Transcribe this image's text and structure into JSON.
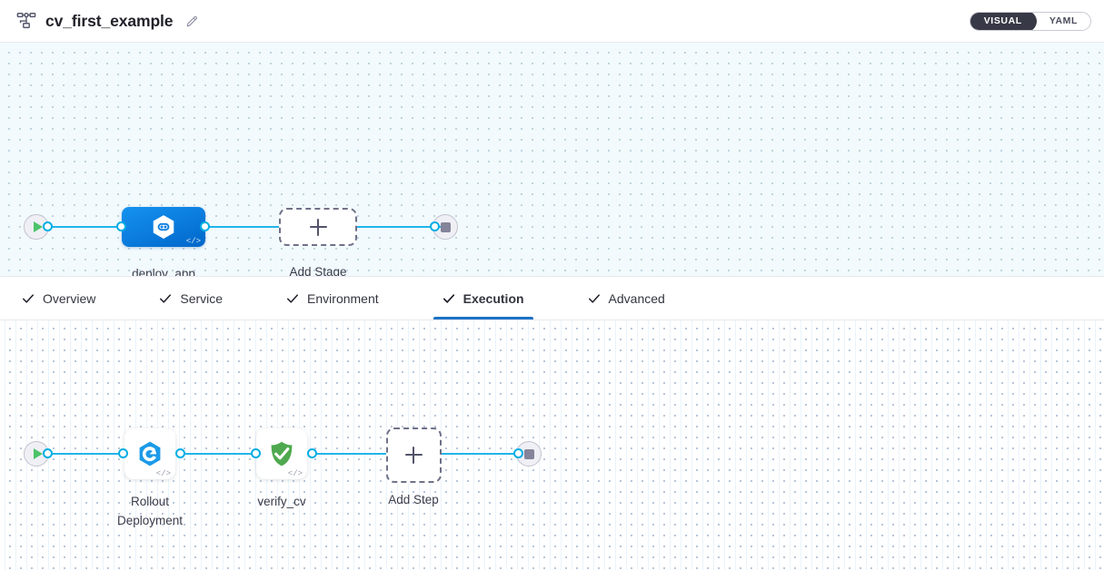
{
  "header": {
    "pipeline_icon": "pipeline-icon",
    "title": "cv_first_example",
    "edit_icon": "pencil-icon",
    "view_toggle": {
      "visual_label": "VISUAL",
      "yaml_label": "YAML",
      "selected": "VISUAL"
    }
  },
  "tabs": [
    {
      "label": "Overview",
      "checked": true,
      "active": false
    },
    {
      "label": "Service",
      "checked": true,
      "active": false
    },
    {
      "label": "Environment",
      "checked": true,
      "active": false
    },
    {
      "label": "Execution",
      "checked": true,
      "active": true
    },
    {
      "label": "Advanced",
      "checked": true,
      "active": false
    }
  ],
  "stage_canvas": {
    "start_node": {
      "icon": "play-icon"
    },
    "nodes": [
      {
        "label": "deploy_app",
        "icon": "harness-hexagon-icon",
        "type": "stage",
        "code_glyph": "</>"
      },
      {
        "label": "Add Stage",
        "icon": "plus-icon",
        "type": "add-stage"
      }
    ],
    "end_node": {
      "icon": "stop-icon"
    }
  },
  "step_canvas": {
    "start_node": {
      "icon": "play-icon"
    },
    "nodes": [
      {
        "label": "Rollout\nDeployment",
        "icon": "rollout-hexagon-icon",
        "type": "step",
        "code_glyph": "</>"
      },
      {
        "label": "verify_cv",
        "icon": "green-shield-check-icon",
        "type": "step",
        "code_glyph": "</>"
      },
      {
        "label": "Add Step",
        "icon": "plus-icon",
        "type": "add-step"
      }
    ],
    "end_node": {
      "icon": "stop-icon"
    }
  },
  "colors": {
    "accent_blue": "#23b4ea",
    "stage_blue": "#0c7fe0",
    "tab_underline": "#1d72c4",
    "shield_green": "#4fa94f",
    "play_green": "#4cc36a",
    "toggle_dark": "#383946",
    "stage_canvas_bg": "#f2fafd"
  }
}
